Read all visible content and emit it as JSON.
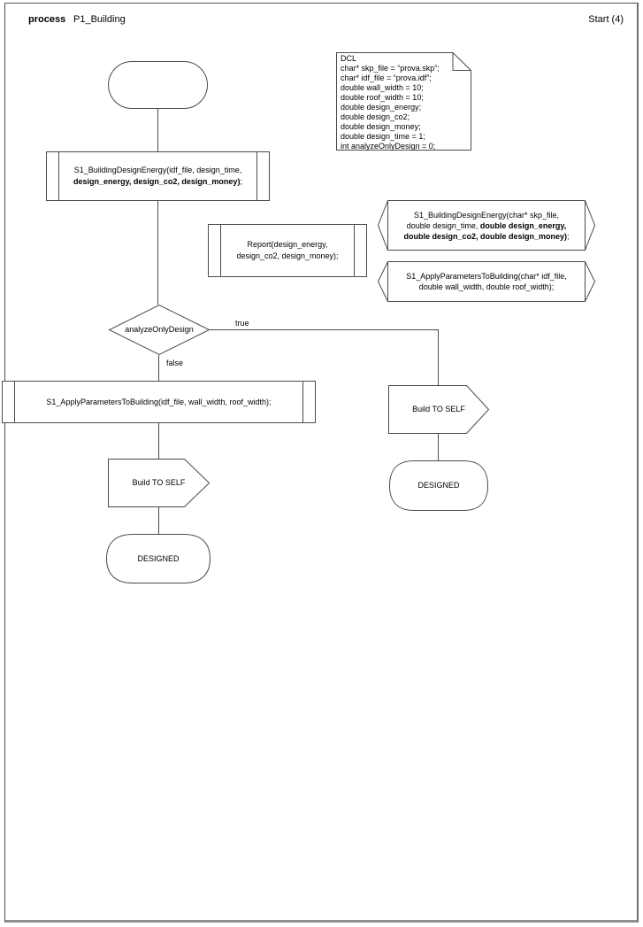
{
  "header": {
    "kind": "process",
    "title": "P1_Building",
    "page_label": "Start (4)"
  },
  "dcl_note": {
    "lines": [
      "DCL",
      "char* skp_file = “prova.skp”;",
      "char* idf_file = “prova.idf”;",
      "double wall_width = 10;",
      "double roof_width = 10;",
      "double design_energy;",
      "double design_co2;",
      "double design_money;",
      "double design_time = 1;",
      "int analyzeOnlyDesign = 0;"
    ]
  },
  "call_energy": {
    "line1": "S1_BuildingDesignEnergy(idf_file, design_time,",
    "line2_bold": "design_energy, design_co2, design_money)",
    "line2_end": ";"
  },
  "call_report": {
    "line1": "Report(design_energy,",
    "line2": "design_co2, design_money);"
  },
  "decl_energy": {
    "line1": "S1_BuildingDesignEnergy(char* skp_file,",
    "line2_a": "double design_time, ",
    "line2_b": "double design_energy,",
    "line3_b": "double design_co2, double design_money)",
    "line3_end": ";"
  },
  "decl_apply": {
    "line1": "S1_ApplyParametersToBuilding(char* idf_file,",
    "line2": "double wall_width, double roof_width);"
  },
  "decision": {
    "label": "analyzeOnlyDesign",
    "branch_true": "true",
    "branch_false": "false"
  },
  "call_apply": {
    "line1": "S1_ApplyParametersToBuilding(idf_file, wall_width, roof_width);"
  },
  "output_left": {
    "label": "Build TO SELF"
  },
  "output_right": {
    "label": "Build TO SELF"
  },
  "state_left": {
    "label": "DESIGNED"
  },
  "state_right": {
    "label": "DESIGNED"
  },
  "colors": {
    "stroke": "#4a4a4a",
    "text": "#000000",
    "page_bg": "#ffffff"
  }
}
